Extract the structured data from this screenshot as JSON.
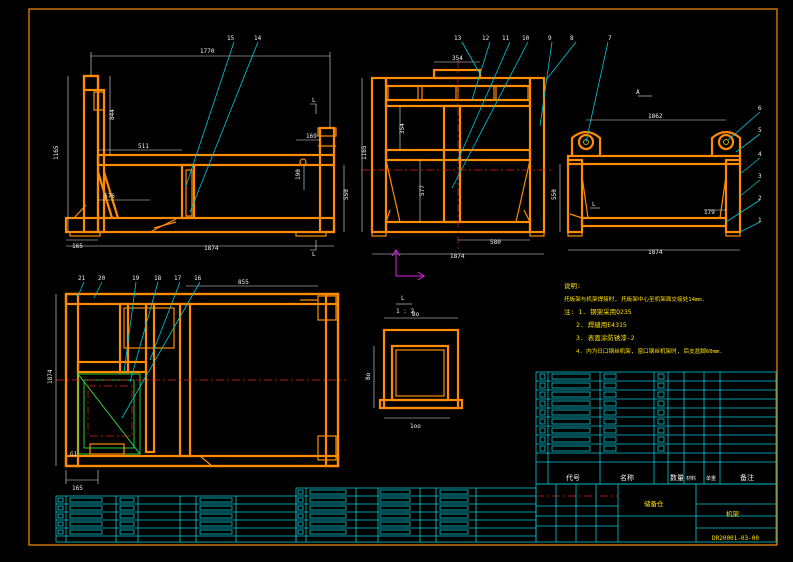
{
  "views": {
    "side": {
      "dim_top": "1770",
      "dim_left": "1165",
      "dim_inner": "844",
      "dim_mid": "511",
      "dim_lower": "576",
      "dim_base": "165",
      "dim_total": "1874",
      "dim_right_a": "169",
      "dim_right_b": "190",
      "dim_right_c": "550",
      "section_top": "L",
      "section_bottom": "L"
    },
    "front": {
      "dim_top": "354",
      "dim_side": "354",
      "dim_left": "1165",
      "dim_mid": "577",
      "dim_bottom": "580",
      "dim_total": "1874"
    },
    "end": {
      "dim_top": "1862",
      "dim_right": "550",
      "dim_left": "179",
      "dim_total": "1874",
      "note_a": "A",
      "note_b": "L"
    },
    "plan": {
      "dim_top": "855",
      "dim_left": "1874",
      "dim_base": "165",
      "dim_small": "G1"
    },
    "section": {
      "label": "L",
      "scale": "1 : 2",
      "dim_top": "Bo",
      "dim_bottom": "1oo",
      "dim_left": "Bo"
    }
  },
  "callouts": [
    "15",
    "14",
    "13",
    "12",
    "11",
    "10",
    "9",
    "8",
    "7",
    "6",
    "5",
    "4",
    "3",
    "2",
    "1",
    "21",
    "20",
    "19",
    "18",
    "17",
    "16"
  ],
  "notes": {
    "title": "说明:",
    "line0": "托板架与机架焊接时, 托板架中心至机架面交接处14mm.",
    "line1": "注: 1. 钢架采用Q235",
    "line2": "2. 焊缝用E4315",
    "line3": "3. 表面涂防锈漆-2",
    "line4": "4. 内为日口钢丝机架, 窗口钢丝机架时, 后支盆脚60mm."
  },
  "title_block": {
    "col_code": "代号",
    "col_name": "名称",
    "col_qty": "数量",
    "col_material": "材料",
    "col_weight": "单重",
    "col_note": "备注",
    "product": "储备仓",
    "part": "机架",
    "drawing_no": "DR20001-03-00"
  }
}
